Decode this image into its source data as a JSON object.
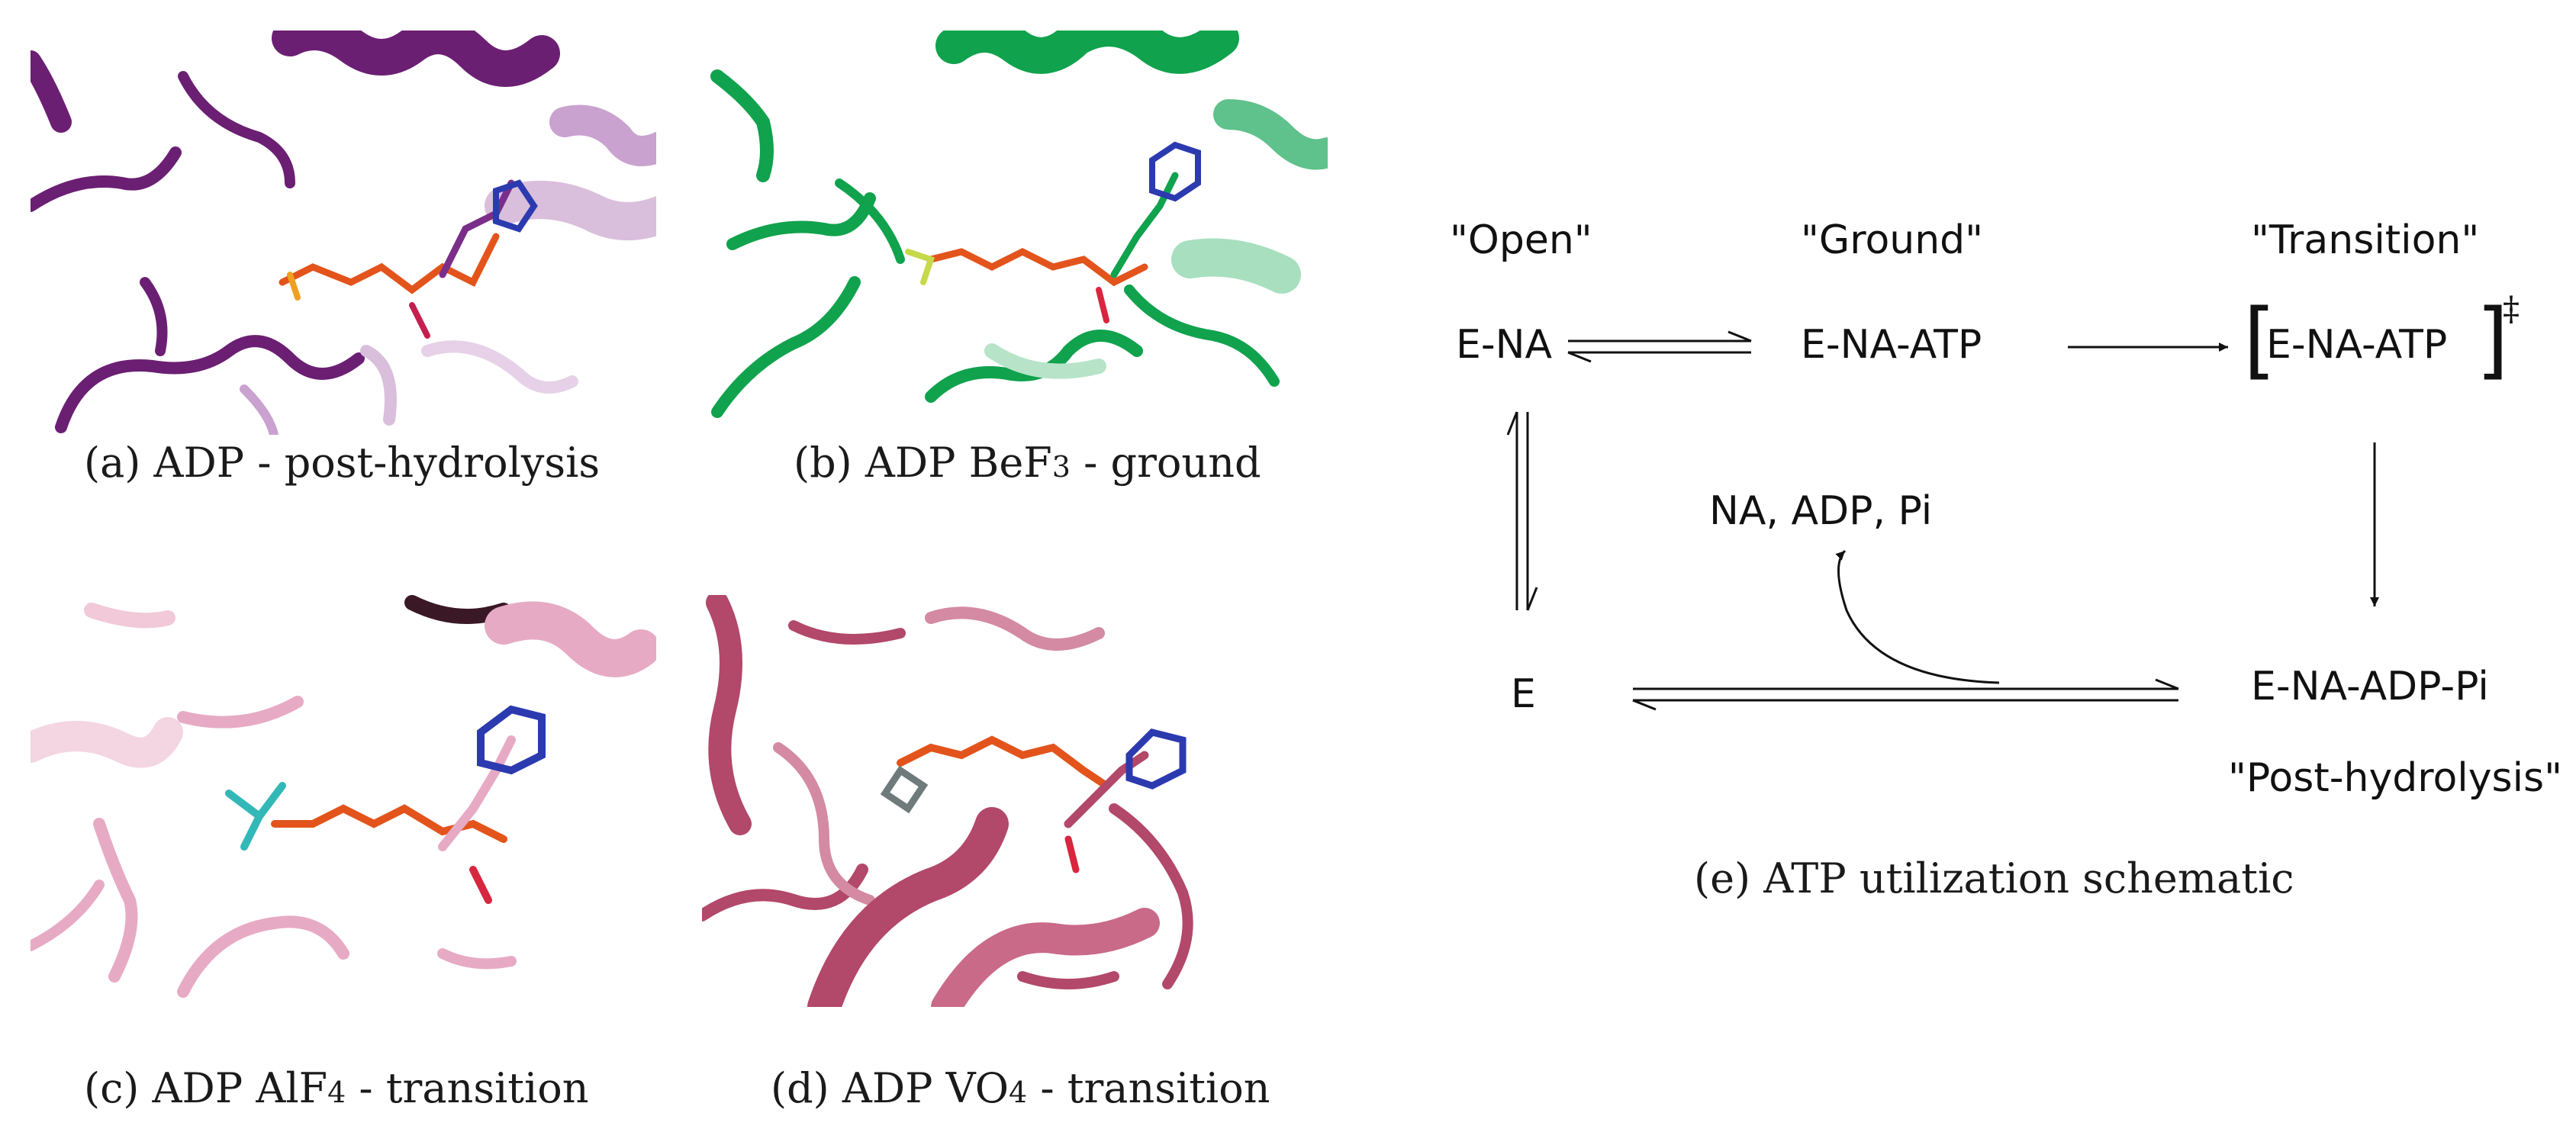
{
  "panels": {
    "a": {
      "caption": "(a) ADP - post-hydrolysis",
      "color": "#6b1f73"
    },
    "b": {
      "caption_main": "(b) ADP BeF",
      "caption_sub": "3",
      "caption_tail": " - ground",
      "color": "#10a24d"
    },
    "c": {
      "caption_main": "(c) ADP AlF",
      "caption_sub": "4",
      "caption_tail": " - transition",
      "color": "#e7aac4"
    },
    "d": {
      "caption_main": "(d) ADP VO",
      "caption_sub": "4",
      "caption_tail": " - transition",
      "color": "#b2486a"
    }
  },
  "scheme": {
    "caption": "(e) ATP utilization schematic",
    "state_open": "\"Open\"",
    "state_ground": "\"Ground\"",
    "state_transition": "\"Transition\"",
    "state_post": "\"Post-hydrolysis\"",
    "species_ena": "E-NA",
    "species_enaatp": "E-NA-ATP",
    "species_ts": "E-NA-ATP",
    "species_e": "E",
    "species_enaadppi": "E-NA-ADP-Pi",
    "products": "NA, ADP, Pi",
    "bracket_left": "[",
    "bracket_right": "]",
    "dagger": "‡"
  }
}
